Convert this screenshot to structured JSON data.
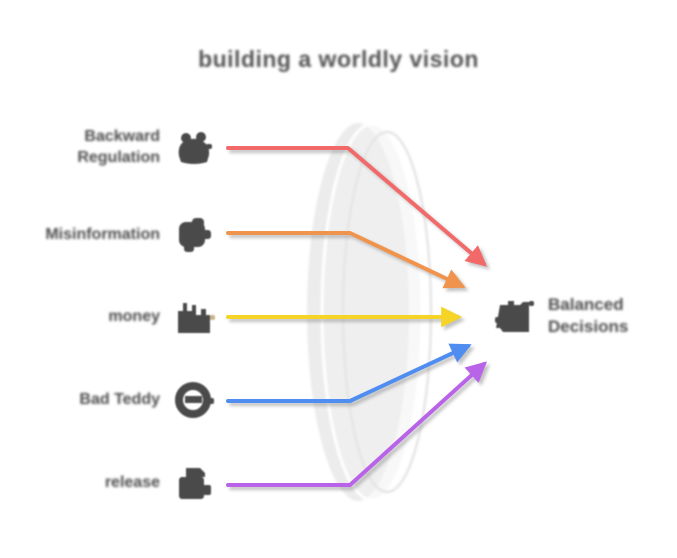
{
  "title": "building a worldly vision",
  "sources": [
    {
      "label_line1": "Backward",
      "label_line2": "Regulation",
      "color": "#f2696a",
      "icon": "regulation-head-icon"
    },
    {
      "label": "Misinformation",
      "color": "#f0944d",
      "icon": "fist-icon"
    },
    {
      "label": "money",
      "color": "#f5d327",
      "icon": "factory-icon"
    },
    {
      "label": "Bad Teddy",
      "color": "#4f8df0",
      "icon": "prohibition-ring-icon"
    },
    {
      "label": "release",
      "color": "#b964e8",
      "icon": "books-icon"
    }
  ],
  "lens": {
    "fill": "#ececec",
    "stroke": "#ffffff",
    "inner_stroke": "#e5e5e5"
  },
  "output": {
    "label_line1": "Balanced",
    "label_line2": "Decisions",
    "icon": "document-icon",
    "icon_color": "#4a4a4a"
  }
}
